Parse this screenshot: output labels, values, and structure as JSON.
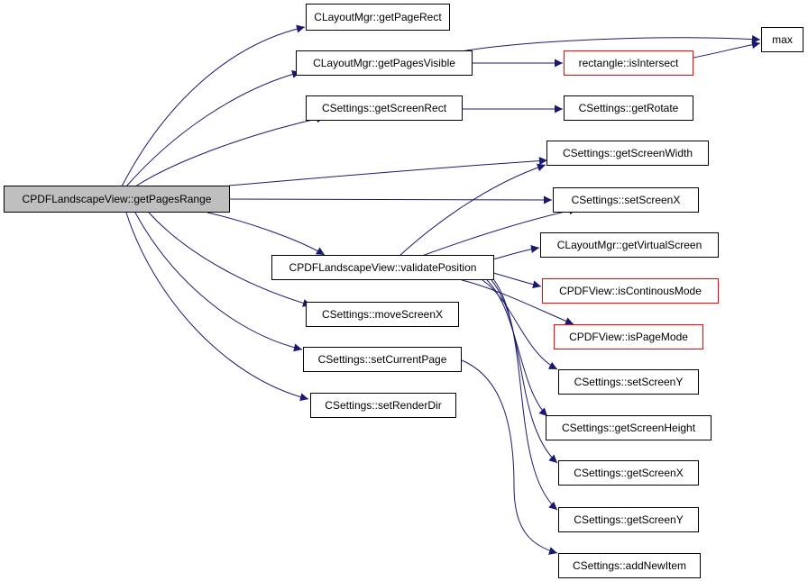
{
  "colors": {
    "edge": "#191970",
    "node_border": "#000000",
    "highlight_border": "#ff0000",
    "root_fill": "#bfbfbf"
  },
  "nodes": {
    "root": "CPDFLandscapeView::getPagesRange",
    "get_page_rect": "CLayoutMgr::getPageRect",
    "get_pages_visible": "CLayoutMgr::getPagesVisible",
    "max": "max",
    "is_intersect": "rectangle::isIntersect",
    "get_screen_rect": "CSettings::getScreenRect",
    "get_rotate": "CSettings::getRotate",
    "get_screen_width": "CSettings::getScreenWidth",
    "set_screen_x": "CSettings::setScreenX",
    "validate_position": "CPDFLandscapeView::validatePosition",
    "get_virtual_screen": "CLayoutMgr::getVirtualScreen",
    "is_continous_mode": "CPDFView::isContinousMode",
    "is_page_mode": "CPDFView::isPageMode",
    "move_screen_x": "CSettings::moveScreenX",
    "set_current_page": "CSettings::setCurrentPage",
    "set_screen_y": "CSettings::setScreenY",
    "set_render_dir": "CSettings::setRenderDir",
    "get_screen_height": "CSettings::getScreenHeight",
    "get_screen_x": "CSettings::getScreenX",
    "get_screen_y": "CSettings::getScreenY",
    "add_new_item": "CSettings::addNewItem"
  }
}
